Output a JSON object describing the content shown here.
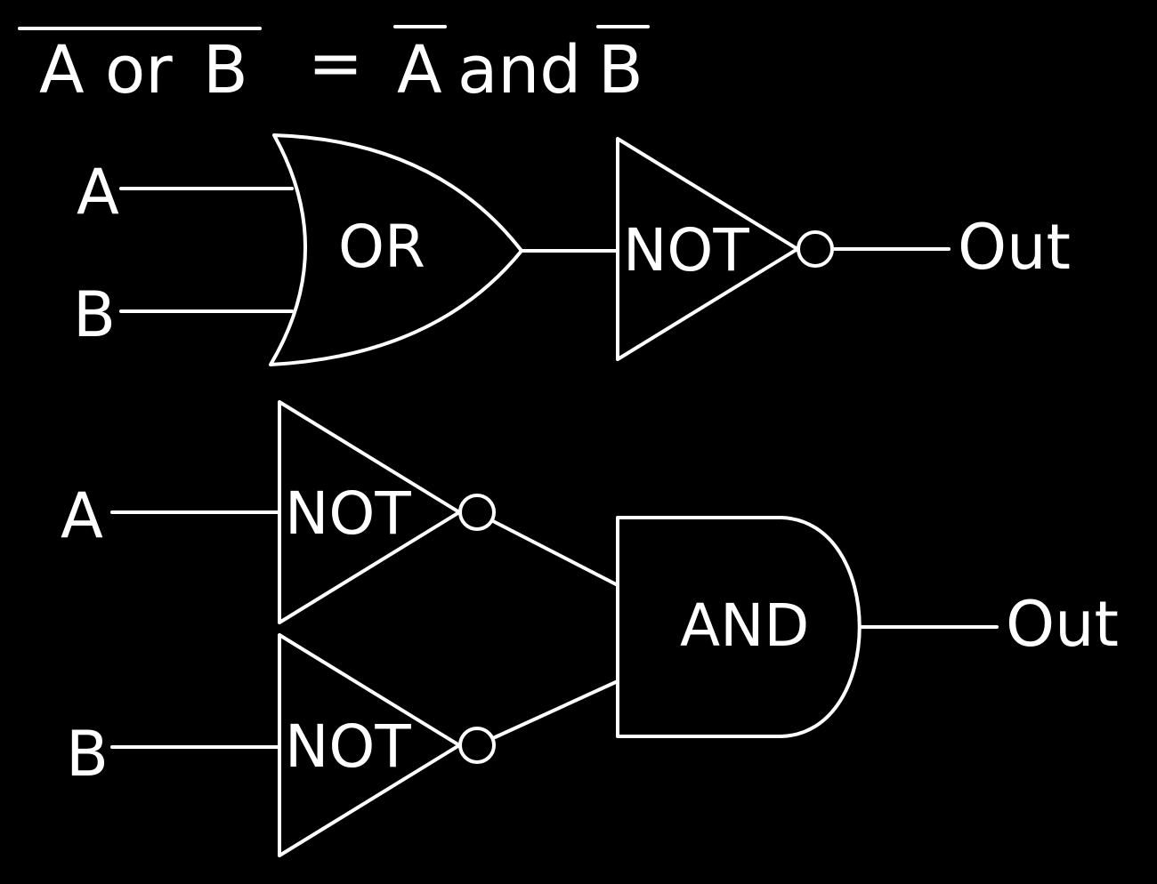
{
  "equation": {
    "lhs_a": "A",
    "lhs_op": "or",
    "lhs_b": "B",
    "equals": "=",
    "rhs_a": "A",
    "rhs_op": "and",
    "rhs_b": "B"
  },
  "top_circuit": {
    "input_a": "A",
    "input_b": "B",
    "or_gate": "OR",
    "not_gate": "NOT",
    "output": "Out"
  },
  "bottom_circuit": {
    "input_a": "A",
    "input_b": "B",
    "not_gate_a": "NOT",
    "not_gate_b": "NOT",
    "and_gate": "AND",
    "output": "Out"
  },
  "colors": {
    "background": "#000000",
    "chalk": "#ffffff"
  }
}
